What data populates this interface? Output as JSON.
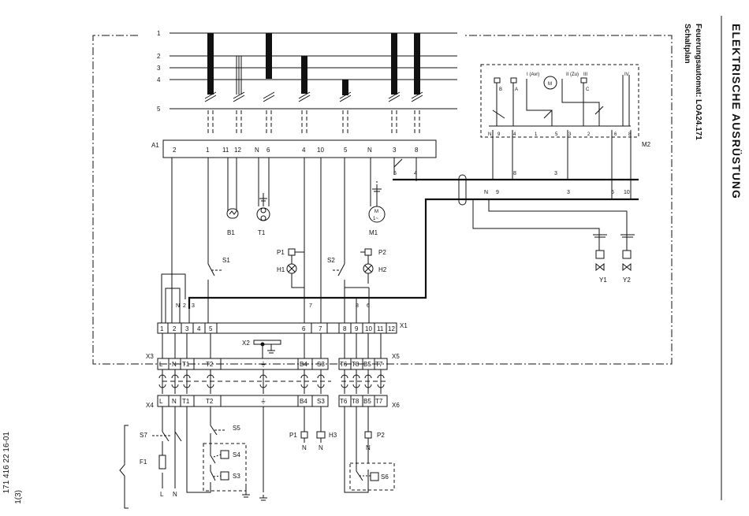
{
  "title": {
    "main": "ELEKTRISCHE AUSRÜSTUNG",
    "line1": "Feuerungsautomat:  LOA24.171",
    "line2": "Schaltplan"
  },
  "footer": {
    "doc_number": "171 416 22  16-01",
    "page": "1(3)"
  },
  "bus_lines": [
    "1",
    "2",
    "3",
    "4",
    "5"
  ],
  "a1": {
    "label": "A1",
    "terminals": [
      "2",
      "1",
      "11",
      "12",
      "N",
      "6",
      "4",
      "10",
      "5",
      "N",
      "3",
      "8"
    ]
  },
  "x1": {
    "label": "X1",
    "terminals": [
      "1",
      "2",
      "3",
      "4",
      "5",
      "6",
      "7",
      "8",
      "9",
      "10",
      "11",
      "12"
    ]
  },
  "x3": {
    "label": "X3",
    "terminals": [
      "L",
      "N",
      "T1",
      "T2",
      "⏚",
      "B4",
      "S3"
    ]
  },
  "x4": {
    "label": "X4",
    "terminals": [
      "L",
      "N",
      "T1",
      "T2",
      "⏚",
      "B4",
      "S3"
    ]
  },
  "x5": {
    "label": "X5",
    "terminals": [
      "T6",
      "T8",
      "B5",
      "T7"
    ]
  },
  "x6": {
    "label": "X6",
    "terminals": [
      "T6",
      "T8",
      "B5",
      "T7"
    ]
  },
  "x2": {
    "label": "X2"
  },
  "m2": {
    "label": "M2",
    "groups": [
      "I (Avr)",
      "II (Zu)",
      "III",
      "IV"
    ],
    "motor": "M",
    "contacts": [
      "B",
      "A",
      "C"
    ],
    "bottom_terminals": [
      "N",
      "9",
      "4",
      "1",
      "5",
      "3",
      "2",
      "6",
      "8"
    ],
    "out_labels": [
      "6",
      "10"
    ]
  },
  "wire_marks": {
    "w5": "5",
    "w4": "4",
    "w8": "8",
    "w3": "3",
    "wN": "N",
    "w9": "9",
    "w3b": "3",
    "a2": "2",
    "aN": "N",
    "a3": "3",
    "a7": "7",
    "a8": "8",
    "a6": "6"
  },
  "components": {
    "B1": "B1",
    "T1": "T1",
    "M1": "M1",
    "M1_sym": "M",
    "M1_sub": "1~",
    "S1": "S1",
    "S2": "S2",
    "P1": "P1",
    "P2": "P2",
    "H1": "H1",
    "H2": "H2",
    "Y1": "Y1",
    "Y2": "Y2",
    "S5": "S5",
    "S4": "S4",
    "S3": "S3",
    "S6": "S6",
    "S7": "S7",
    "F1": "F1",
    "H3": "H3",
    "L": "L",
    "N": "N"
  },
  "bottom_labels": {
    "p1": "P1",
    "h3": "H3",
    "p2": "P2",
    "n1": "N",
    "n2": "N",
    "n3": "N"
  }
}
